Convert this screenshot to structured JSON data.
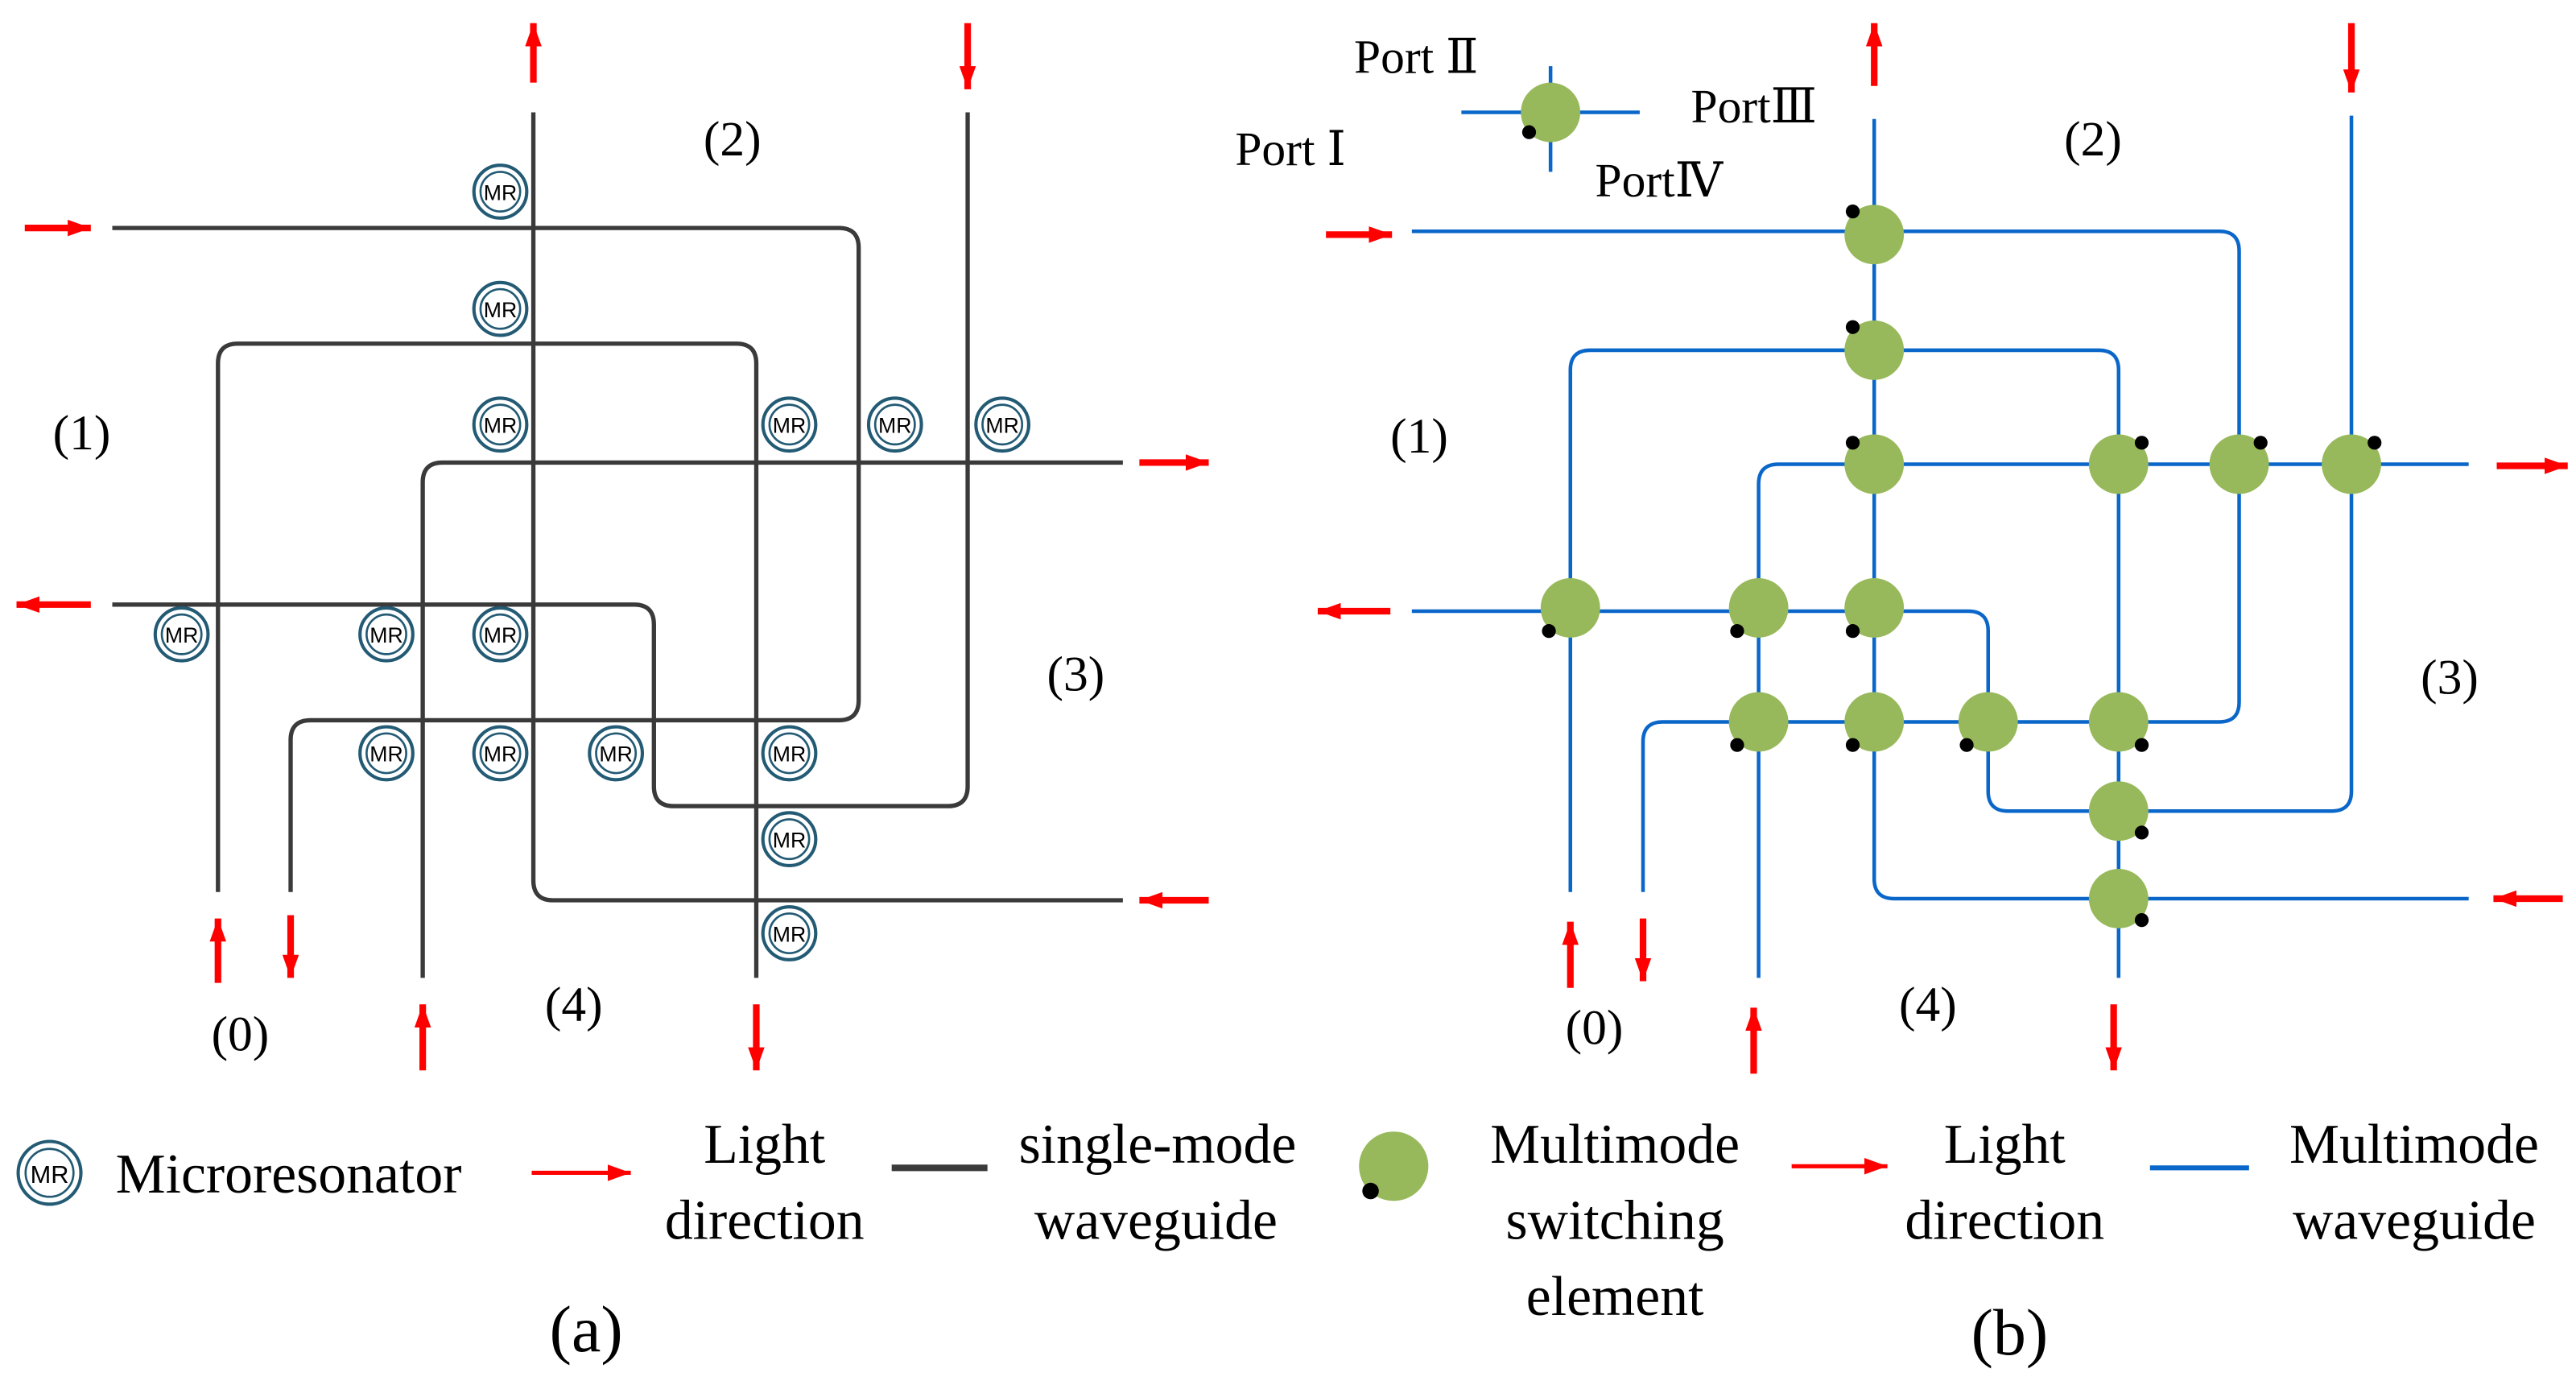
{
  "colors": {
    "single_mode": "#3a3a3a",
    "multimode": "#0a67c9",
    "arrow": "#ff0000",
    "switch_fill": "#98b95b",
    "switch_dot": "#000000",
    "mr_ring": "#235a74"
  },
  "icons": {
    "microresonator": "double-ring-icon",
    "switch": "green-disc-with-dot-icon",
    "arrow": "red-arrow-icon"
  },
  "panel_a": {
    "port_labels": [
      "(1)",
      "(2)",
      "(3)",
      "(0)",
      "(4)"
    ],
    "mr_label": "MR",
    "caption": "(a)"
  },
  "panel_b": {
    "port_labels": [
      "(1)",
      "(2)",
      "(3)",
      "(0)",
      "(4)"
    ],
    "element_ports": [
      "Port Ⅱ",
      "Port Ⅰ",
      "PortⅢ",
      "PortⅣ"
    ],
    "caption": "(b)"
  },
  "legend": {
    "mr": "Microresonator",
    "light_a": [
      "Light",
      "direction"
    ],
    "sm_wg": [
      "single-mode",
      "waveguide"
    ],
    "mm_switch": [
      "Multimode",
      "switching",
      "element"
    ],
    "light_b": [
      "Light",
      "direction"
    ],
    "mm_wg": [
      "Multimode",
      "waveguide"
    ]
  }
}
